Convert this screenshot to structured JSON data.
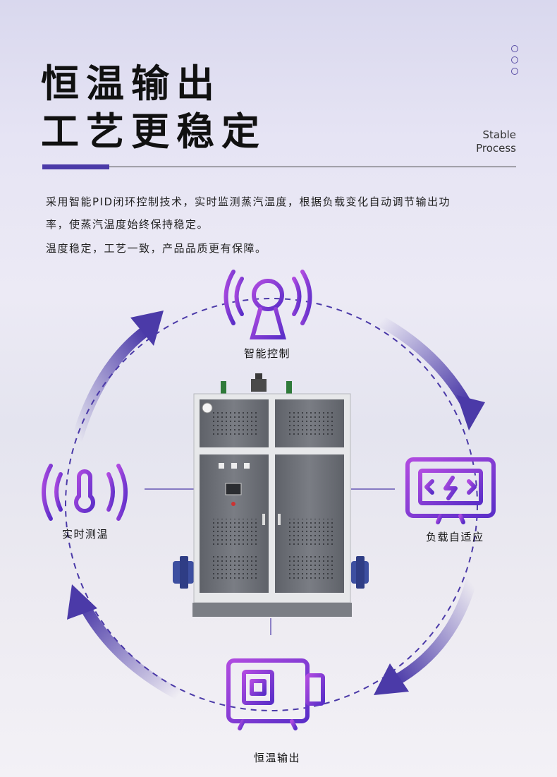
{
  "header": {
    "title_line1": "恒温输出",
    "title_line2": "工艺更稳定",
    "subtitle_en_line1": "Stable",
    "subtitle_en_line2": "Process"
  },
  "description": {
    "line1": "采用智能PID闭环控制技术，实时监测蒸汽温度，根据负载变化自动调节输出功",
    "line2": "率，使蒸汽温度始终保持稳定。",
    "line3": "温度稳定，工艺一致，产品品质更有保障。"
  },
  "features": {
    "top_label": "智能控制",
    "right_label": "负载自适应",
    "left_label": "实时测温",
    "bottom_label": "恒温输出"
  },
  "colors": {
    "accent": "#4b3aa8",
    "icon_purple": "#6a2fd0",
    "icon_pink": "#b04be0",
    "cabinet_gray": "#6e7178"
  },
  "icons": [
    "signal-keyhole-icon",
    "monitor-bolt-icon",
    "thermometer-signal-icon",
    "motor-icon",
    "cycle-arrow-icon"
  ]
}
